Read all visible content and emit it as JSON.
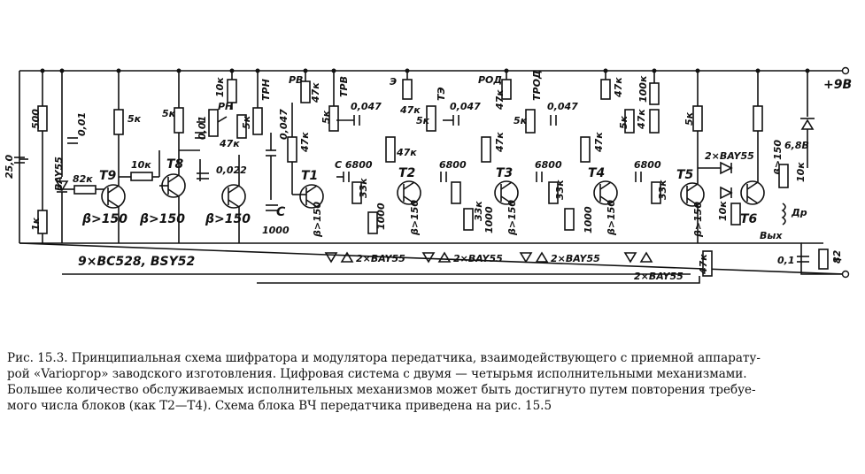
{
  "diagram": {
    "supply_positive": "+9В",
    "supply_negative": "−",
    "labels": {
      "c_25": "25,0",
      "r_500": "500",
      "r_1k": "1к",
      "d_bay55": "BAY55",
      "c_001a": "0,01",
      "r_82k": "82к",
      "t9": "T9",
      "beta_t9": "β>150",
      "r_5k_a": "5к",
      "r_10k_a": "10к",
      "t8": "T8",
      "beta_t8": "β>150",
      "r_5k_b": "5к",
      "r_10k_rn": "10к",
      "rn": "РН",
      "c_001b": "0,01",
      "r_47k_a": "47к",
      "c_0022": "0,022",
      "beta_t7": "β>150",
      "r_5k_c": "5к",
      "trn": "ТРН",
      "c_0047a": "0,047",
      "rv": "РВ",
      "r_47k_b": "47к",
      "r_5k_d": "5к",
      "r_47k_c": "47к",
      "c_label": "С",
      "c_1000": "1000",
      "t1": "T1",
      "beta_t1": "β>150",
      "trv": "ТРВ",
      "c_0047b": "0,047",
      "c_6800a": "С 6800",
      "r_33k_a": "33к",
      "r_1000a": "1000",
      "e_label": "Э",
      "r_47k_d": "47к",
      "r_47k_e": "47к",
      "t2": "T2",
      "beta_t2": "β>150",
      "te": "ТЭ",
      "c_0047c": "0,047",
      "c_6800b": "6800",
      "r_5k_e": "5к",
      "r_33k_b": "33к",
      "r_1000b": "1000",
      "rod": "РОД",
      "r_47k_f": "47к",
      "r_47k_g": "47к",
      "t3": "T3",
      "beta_t3": "β>150",
      "trod": "ТРОД",
      "c_0047d": "0,047",
      "c_6800c": "6800",
      "r_5k_f": "5к",
      "r_33k_c": "33к",
      "r_1000c": "1000",
      "r_47k_h": "47к",
      "r_47k_i": "47к",
      "t4": "T4",
      "beta_t4": "β>150",
      "r_100k": "100к",
      "c_6800d": "6800",
      "r_5k_g": "5к",
      "r_47k_j": "47к",
      "r_33k_d": "33к",
      "t5": "T5",
      "beta_t5": "β>150",
      "r_5k_h": "5к",
      "d_2bay55_top": "2×BAY55",
      "t6": "T6",
      "beta_t6": "β>150",
      "r_10k_b": "10к",
      "r_10k_c": "10к",
      "zener": "6,8В",
      "choke": "Др",
      "out": "Вых",
      "c_01": "0,1",
      "r_82": "82",
      "r_47k_k": "47к",
      "d_group_1": "2×BAY55",
      "d_group_2": "2×BAY55",
      "d_group_3": "2×BAY55",
      "d_group_4": "2×BAY55",
      "transistor_types": "9×BC528, BSY52"
    }
  },
  "caption": {
    "line1": "Рис. 15.3. Принципиальная схема шифратора и модулятора передатчика, взаимодействующего с приемной аппарату-",
    "line2": "рой «Variоргор» заводского изготовления. Цифровая система с двумя — четырьмя исполнительными механизмами.",
    "line3": "Большее количество обслуживаемых исполнительных механизмов может быть достигнуто путем повторения требуе-",
    "line4": "мого числа блоков (как T2—T4). Схема блока ВЧ передатчика приведена на рис. 15.5"
  }
}
